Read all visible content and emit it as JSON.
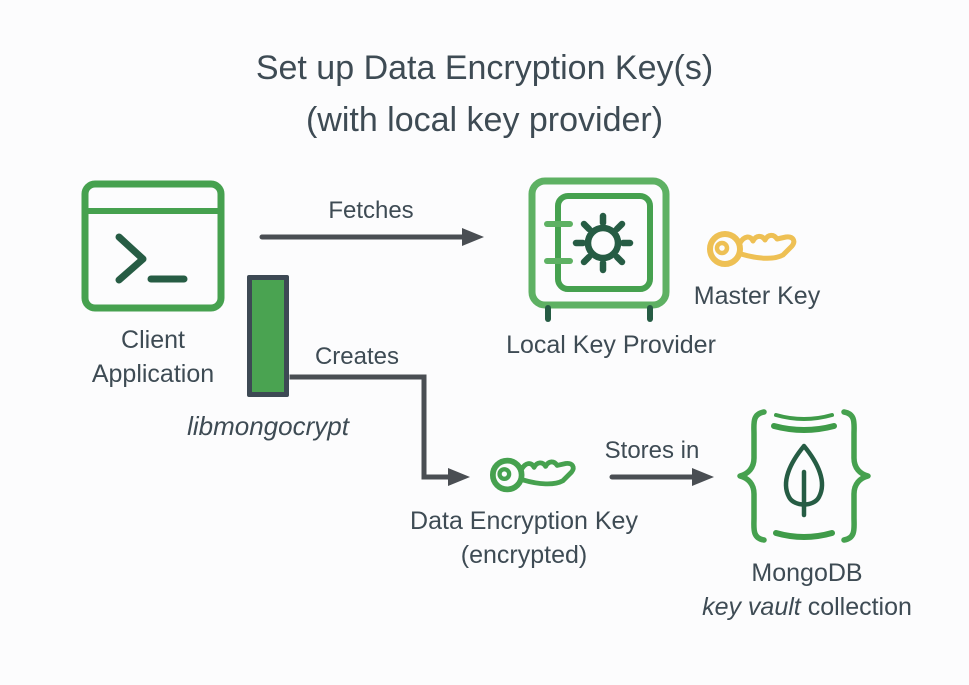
{
  "title": {
    "line1": "Set up Data Encryption Key(s)",
    "line2": "(with local key provider)"
  },
  "nodes": {
    "client_application": {
      "label_line1": "Client",
      "label_line2": "Application"
    },
    "libmongocrypt": {
      "label": "libmongocrypt"
    },
    "local_key_provider": {
      "label": "Local Key Provider"
    },
    "master_key": {
      "label": "Master Key"
    },
    "data_encryption_key": {
      "label_line1": "Data Encryption Key",
      "label_line2": "(encrypted)"
    },
    "mongodb": {
      "label_line1": "MongoDB",
      "label_line2_italic": "key vault",
      "label_line2_regular": " collection"
    }
  },
  "edges": {
    "fetches": {
      "label": "Fetches",
      "from": "client_application",
      "to": "local_key_provider"
    },
    "creates": {
      "label": "Creates",
      "from": "libmongocrypt",
      "to": "data_encryption_key"
    },
    "stores_in": {
      "label": "Stores in",
      "from": "data_encryption_key",
      "to": "mongodb"
    }
  },
  "icons": {
    "client_application": "terminal-window-icon",
    "local_key_provider": "safe-vault-icon",
    "master_key": "yellow-key-icon",
    "data_encryption_key": "green-key-icon",
    "mongodb": "mongodb-leaf-in-braces-icon"
  },
  "colors": {
    "background": "#fcfcfd",
    "text": "#3e4b54",
    "arrow": "#4a4e53",
    "green_light": "#5eb163",
    "green_mid": "#46a14f",
    "green_arc": "#3f9b49",
    "green_dark": "#265c44",
    "bar_fill": "#4aa351",
    "bar_border": "#3d4954",
    "yellow": "#eec054"
  }
}
